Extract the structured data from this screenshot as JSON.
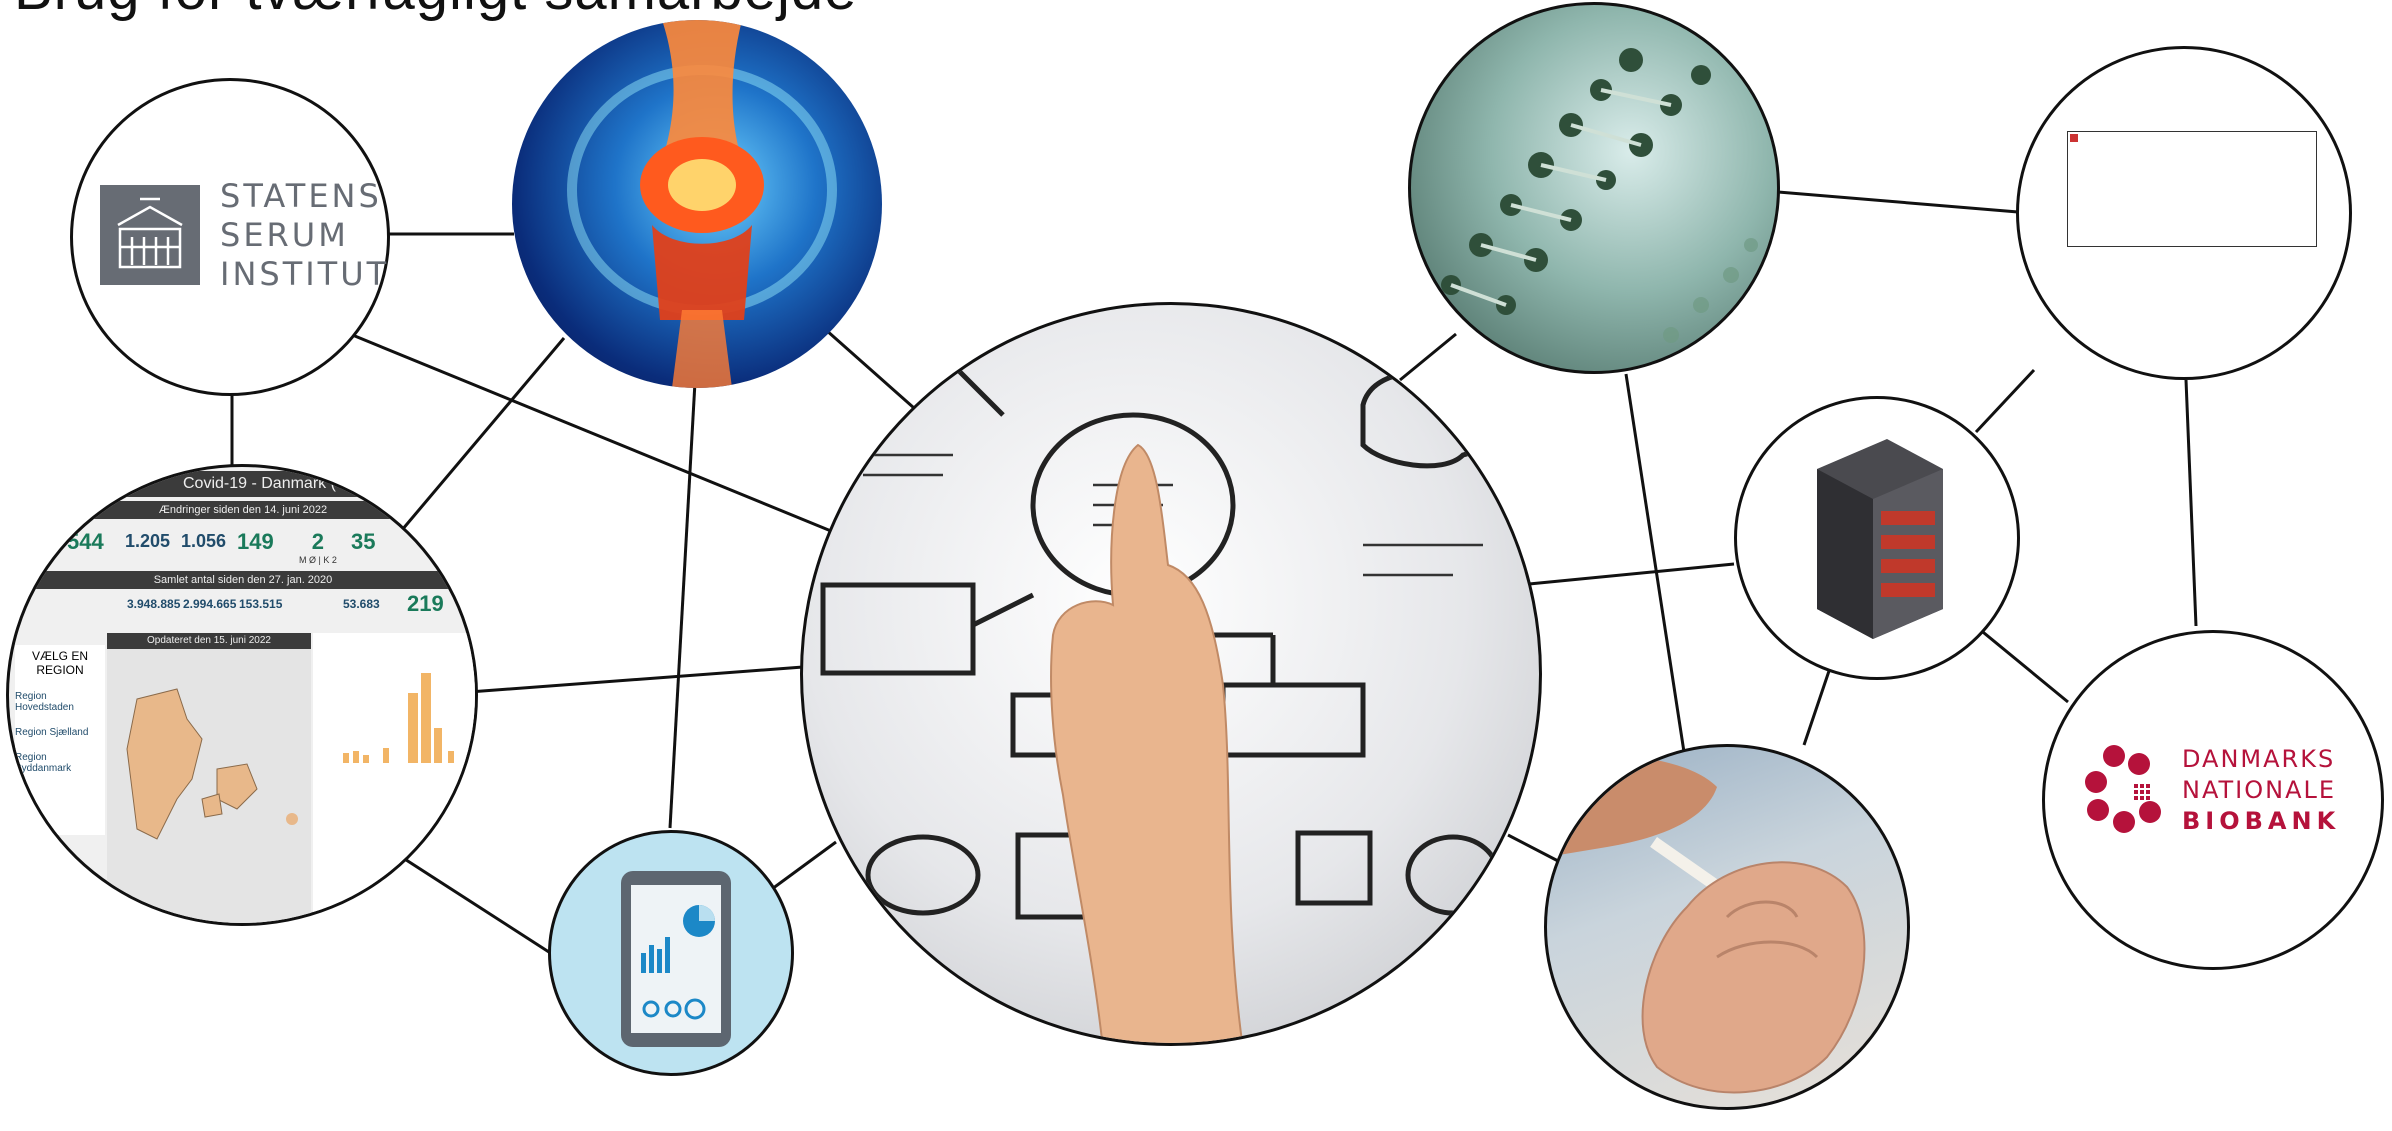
{
  "slide": {
    "title": "Brug for tværfagligt samarbejde"
  },
  "logos": {
    "ssi": {
      "lines": [
        "STATENS",
        "SERUM",
        "INSTITUT"
      ],
      "color": "#676c74"
    },
    "biobank": {
      "lines": [
        "DANMARKS",
        "NATIONALE",
        "BIOBANK"
      ],
      "color": "#b5123b"
    }
  },
  "dashboard": {
    "header": "Covid-19 - Danmark (",
    "section1": "Ændringer siden den 14. juni 2022",
    "section2": "Samlet antal siden den 27. jan. 2020",
    "stats_top": [
      "544",
      "1.205",
      "1.056",
      "149",
      "2",
      "35"
    ],
    "stats_top_sub": [
      "",
      "",
      "",
      "",
      "M Ø | K 2",
      ""
    ],
    "stats_bottom": [
      "3.948.885",
      "2.994.665",
      "153.515",
      "53.683",
      "219"
    ],
    "region_title_1": "VÆLG EN",
    "region_title_2": "REGION",
    "map_title": "Opdateret den 15. juni 2022",
    "regions": [
      "Region Hovedstaden",
      "Region Sjælland",
      "Region Syddanmark"
    ]
  },
  "colors": {
    "node_border": "#111111",
    "connector": "#111111",
    "tablet_bg": "#bde3f1",
    "biobank_red": "#b5123b",
    "ssi_grey": "#676c74"
  }
}
